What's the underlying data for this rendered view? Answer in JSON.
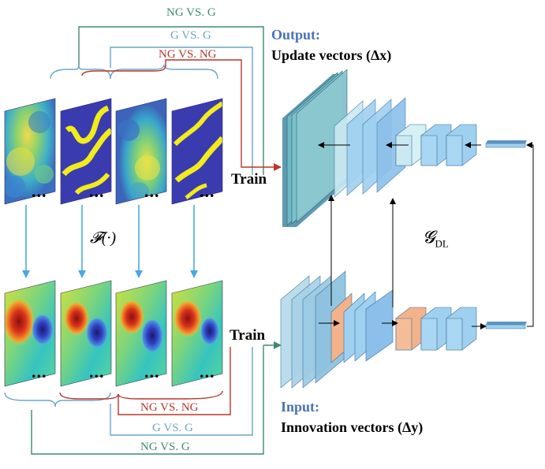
{
  "labels": {
    "ng_vs_g": "NG VS. G",
    "g_vs_g": "G VS. G",
    "ng_vs_ng": "NG VS. NG",
    "train": "Train",
    "output_heading": "Output:",
    "output_desc": "Update vectors (Δx)",
    "input_heading": "Input:",
    "input_desc": "Innovation vectors (Δy)",
    "transform": "𝓕(·)",
    "ellipsis": "...",
    "model_symbol": "𝓖",
    "model_subscript": "DL"
  },
  "colors": {
    "teal_line": "#3f8a70",
    "blue_line": "#6aa6c8",
    "red_line": "#b8372a",
    "arrow_blue": "#4aa8e0",
    "output_layer": "#6fb8c4",
    "input_layer": "#a9d2e6",
    "block_blue": "#9fd0f0",
    "block_orange": "#f3b28a",
    "heading_blue": "#4a72b5",
    "field_blue": "#3b3bb0",
    "channel_yellow": "#f2ec1a"
  }
}
